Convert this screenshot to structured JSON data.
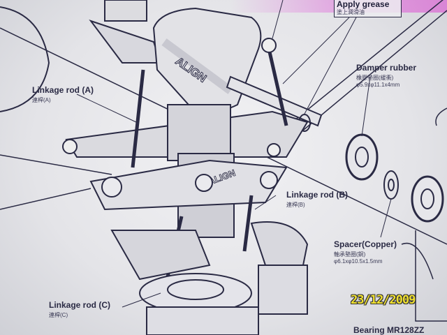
{
  "labels": {
    "apply_grease": "Apply grease",
    "apply_grease_cn": "塗上潤滑油",
    "damper_rubber": "Damper rubber",
    "damper_rubber_cn": "橡膠墊圈(緩衝)",
    "damper_rubber_size": "φ5.9xφ11.1x4mm",
    "linkage_rod_a": "Linkage rod (A)",
    "linkage_rod_a_cn": "連桿(A)",
    "linkage_rod_b": "Linkage rod (B)",
    "linkage_rod_b_cn": "連桿(B)",
    "linkage_rod_c": "Linkage rod (C)",
    "linkage_rod_c_cn": "連桿(C)",
    "spacer": "Spacer(Copper)",
    "spacer_cn": "軸承墊圈(銅)",
    "spacer_size": "φ6.1xφ10.5x1.5mm",
    "bearing": "Bearing MR128ZZ"
  },
  "brand_logo": "ALIGN",
  "photo_date": "23/12/2009"
}
